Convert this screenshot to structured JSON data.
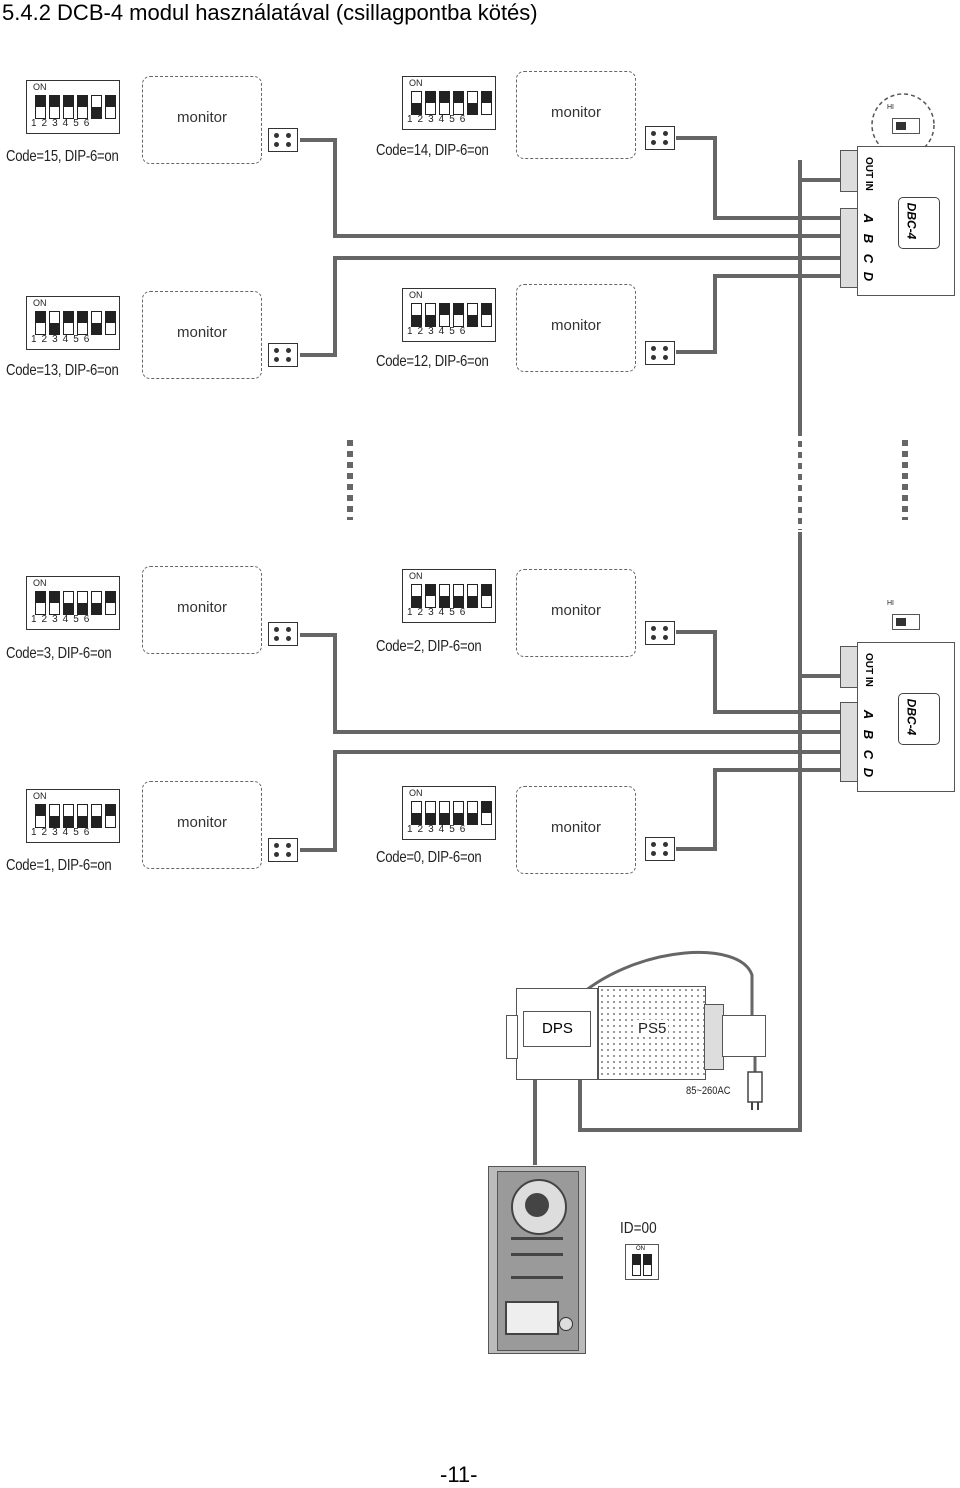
{
  "title": "5.4.2 DCB-4 modul használatával (csillagpontba kötés)",
  "page_number": "-11-",
  "monitor_label": "monitor",
  "dip_on_label": "ON",
  "dip_numbers": "123456",
  "monitors": [
    {
      "code": "Code=15, DIP-6=on"
    },
    {
      "code": "Code=14, DIP-6=on"
    },
    {
      "code": "Code=13, DIP-6=on"
    },
    {
      "code": "Code=12, DIP-6=on"
    },
    {
      "code": "Code=3, DIP-6=on"
    },
    {
      "code": "Code=2, DIP-6=on"
    },
    {
      "code": "Code=1, DIP-6=on"
    },
    {
      "code": "Code=0, DIP-6=on"
    }
  ],
  "dbc": {
    "label": "DBC-4",
    "ports": [
      "A",
      "B",
      "C",
      "D"
    ],
    "out_in": "OUT IN",
    "hi": "HI"
  },
  "dps_label": "DPS",
  "ps5_label": "PS5",
  "ac_label": "85~260AC",
  "door_station": {
    "id_label": "ID=00",
    "on": "ON"
  }
}
